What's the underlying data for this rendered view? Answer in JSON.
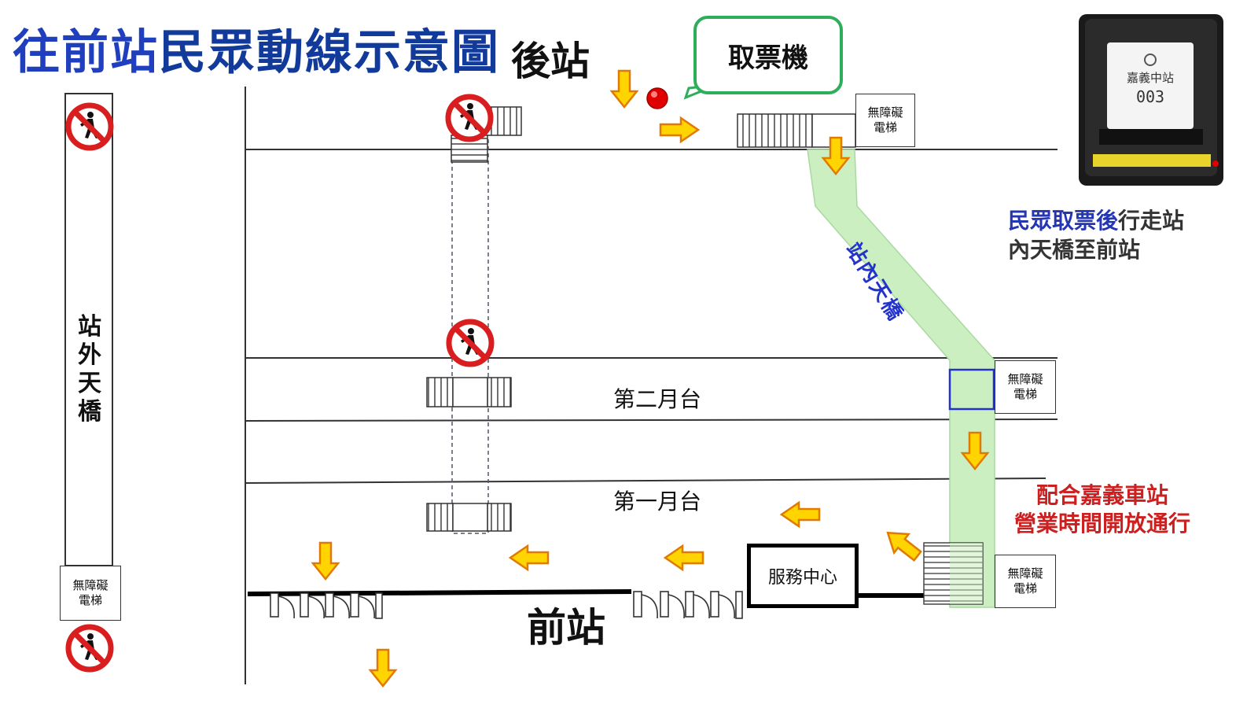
{
  "title": {
    "part1": "往前站",
    "part2": "民眾動線示意圖"
  },
  "labels": {
    "back_station": "後站",
    "front_station": "前站",
    "platform_2": "第二月台",
    "platform_1": "第一月台",
    "ticket_machine": "取票機",
    "outer_bridge": [
      "站",
      "外",
      "天",
      "橋"
    ],
    "inner_bridge": "站內天橋",
    "service_center": "服務中心",
    "elevator_line1": "無障礙",
    "elevator_line2": "電梯"
  },
  "notes": {
    "blue_highlight": "民眾取票後",
    "blue_rest1": "行走站",
    "blue_line2": "內天橋至前站",
    "red_line1": "配合嘉義車站",
    "red_line2": "營業時間開放通行"
  },
  "ticket": {
    "station": "嘉義中站",
    "number": "003"
  },
  "icons": [
    "no-pedestrian-icon",
    "arrow-down-icon",
    "arrow-right-icon",
    "arrow-left-icon",
    "arrow-up-left-icon",
    "location-dot-icon",
    "turnstile-icon",
    "ticket-printer-icon"
  ],
  "colors": {
    "title_blue": "#1f3fbf",
    "arrow_yellow": "#ffd400",
    "arrow_edge": "#e07a00",
    "bridge_green": "#ccefc2",
    "no_walk_red": "#d81e1e",
    "note_red": "#cc1f1f",
    "bubble_green": "#2eae5a"
  }
}
